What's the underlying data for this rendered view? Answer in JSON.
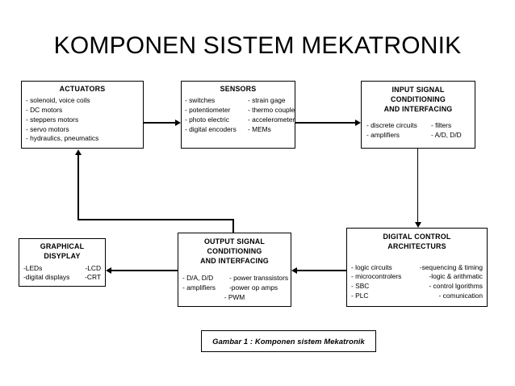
{
  "slide": {
    "title": "KOMPONEN SISTEM MEKATRONIK",
    "background_color": "#ffffff",
    "line_color": "#000000"
  },
  "boxes": {
    "actuators": {
      "title": "ACTUATORS",
      "items": [
        "- solenoid, voice coils",
        "- DC motors",
        "- steppers motors",
        "- servo motors",
        "- hydraulics, pneumatics"
      ]
    },
    "sensors": {
      "title": "SENSORS",
      "left_items": [
        "- switches",
        "- potentiometer",
        "- photo electric",
        "- digital encoders"
      ],
      "right_items": [
        "- strain gage",
        "- thermo couple",
        "- accelerometer",
        "- MEMs"
      ]
    },
    "input_signal": {
      "title_line1": "INPUT SIGNAL",
      "title_line2": "CONDITIONING",
      "title_line3": "AND INTERFACING",
      "left_items": [
        "- discrete circuits",
        "- amplifiers"
      ],
      "right_items": [
        "- filters",
        "- A/D, D/D"
      ]
    },
    "digital_control": {
      "title_line1": "DIGITAL  CONTROL",
      "title_line2": "ARCHITECTURS",
      "left_items": [
        "- logic circuits",
        "- microcontrolers",
        "- SBC",
        "- PLC"
      ],
      "right_items": [
        "-sequencing & timing",
        "-logic & arithmatic",
        "- control lgorithms",
        "- comunication"
      ]
    },
    "output_signal": {
      "title_line1": "OUTPUT SIGNAL",
      "title_line2": "CONDITIONING",
      "title_line3": "AND INTERFACING",
      "left_items": [
        "- D/A, D/D",
        "- amplifiers"
      ],
      "right_items": [
        "- power transsistors",
        "-power op amps"
      ],
      "center_item": "- PWM"
    },
    "graphical_display": {
      "title_line1": "GRAPHICAL",
      "title_line2": "DISYPLAY",
      "left_items": [
        "-LEDs",
        "-digital displays"
      ],
      "right_items": [
        "-LCD",
        "-CRT"
      ]
    }
  },
  "caption": {
    "text": "Gambar 1 : Komponen sistem Mekatronik"
  },
  "connectors": [
    {
      "name": "actuators-to-sensors",
      "direction": "right"
    },
    {
      "name": "sensors-to-input-signal",
      "direction": "right"
    },
    {
      "name": "input-signal-to-digital-control",
      "direction": "down"
    },
    {
      "name": "digital-control-to-output-signal",
      "direction": "left"
    },
    {
      "name": "output-signal-to-graphical-display",
      "direction": "left"
    },
    {
      "name": "output-signal-to-actuators",
      "direction": "up"
    }
  ]
}
